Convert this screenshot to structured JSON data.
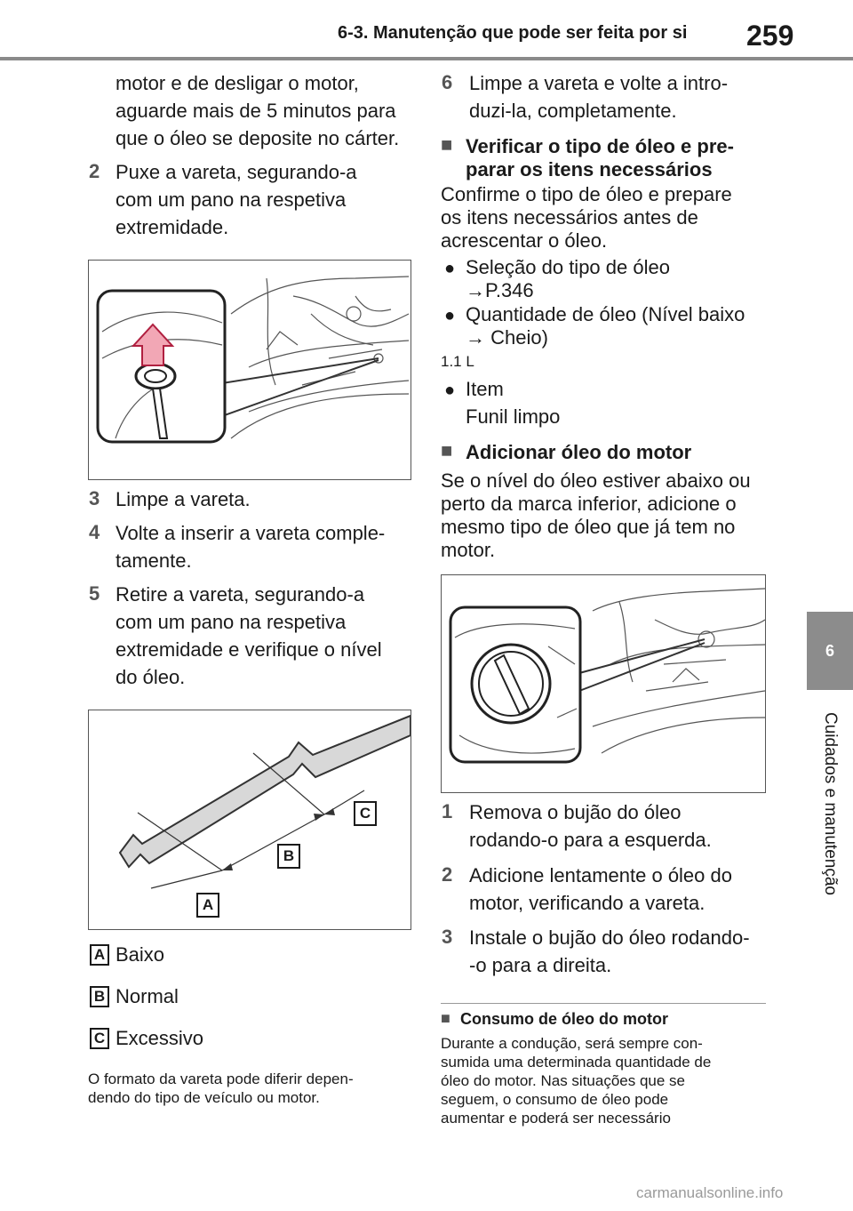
{
  "header": {
    "title": "6-3. Manutenção que pode ser feita por si",
    "page_number": "259"
  },
  "side_tab": {
    "number": "6",
    "label": "Cuidados e manutenção"
  },
  "left": {
    "intro_lines": [
      "motor e de desligar o motor,",
      "aguarde mais de 5 minutos para",
      "que o óleo se deposite no cárter."
    ],
    "step2": {
      "num": "2",
      "lines": [
        "Puxe a vareta, segurando-a",
        "com um pano na respetiva",
        "extremidade."
      ]
    },
    "step3": {
      "num": "3",
      "lines": [
        "Limpe a vareta."
      ]
    },
    "step4": {
      "num": "4",
      "lines": [
        "Volte a inserir a vareta comple-",
        "tamente."
      ]
    },
    "step5": {
      "num": "5",
      "lines": [
        "Retire a vareta, segurando-a",
        "com um pano na respetiva",
        "extremidade e verifique o nível",
        "do óleo."
      ]
    },
    "figure2_labels": {
      "a": "A",
      "b": "B",
      "c": "C"
    },
    "legend": [
      {
        "key": "A",
        "text": "Baixo"
      },
      {
        "key": "B",
        "text": "Normal"
      },
      {
        "key": "C",
        "text": "Excessivo"
      }
    ],
    "note_lines": [
      "O formato da vareta pode diferir depen-",
      "dendo do tipo de veículo ou motor."
    ]
  },
  "right": {
    "step6": {
      "num": "6",
      "lines": [
        "Limpe a vareta e volte a intro-",
        "duzi-la, completamente."
      ]
    },
    "section1": {
      "square": "■",
      "title_lines": [
        "Verificar o tipo de óleo e pre-",
        "parar os itens necessários"
      ],
      "body_lines": [
        "Confirme o tipo de óleo e prepare",
        "os itens necessários antes de",
        "acrescentar o óleo."
      ],
      "bullet1_lines": [
        "Seleção do tipo de óleo",
        "→P.346"
      ],
      "bullet2_lines": [
        "Quantidade de óleo (Nível baixo",
        "→ Cheio)"
      ],
      "volume": "1.1 L",
      "bullet3_lines": [
        "Item",
        "Funil limpo"
      ]
    },
    "section2": {
      "square": "■",
      "title": "Adicionar óleo do motor",
      "body_lines": [
        "Se o nível do óleo estiver abaixo ou",
        "perto da marca inferior, adicione o",
        "mesmo tipo de óleo que já tem no",
        "motor."
      ]
    },
    "step1": {
      "num": "1",
      "lines": [
        "Remova o bujão do óleo",
        "rodando-o para a esquerda."
      ]
    },
    "step2": {
      "num": "2",
      "lines": [
        "Adicione lentamente o óleo do",
        "motor, verificando a vareta."
      ]
    },
    "step3": {
      "num": "3",
      "lines": [
        "Instale o bujão do óleo rodando-",
        "-o para a direita."
      ]
    },
    "note": {
      "square": "■",
      "title": "Consumo de óleo do motor",
      "lines": [
        "Durante a condução, será sempre con-",
        "sumida uma determinada quantidade de",
        "óleo do motor. Nas situações que se",
        "seguem, o consumo de óleo pode",
        "aumentar e poderá ser necessário"
      ]
    }
  },
  "watermark": "carmanualsonline.info",
  "colors": {
    "arrow_fill": "#f2a7b5",
    "arrow_stroke": "#b02040",
    "side_tab": "#8c8c8c"
  }
}
